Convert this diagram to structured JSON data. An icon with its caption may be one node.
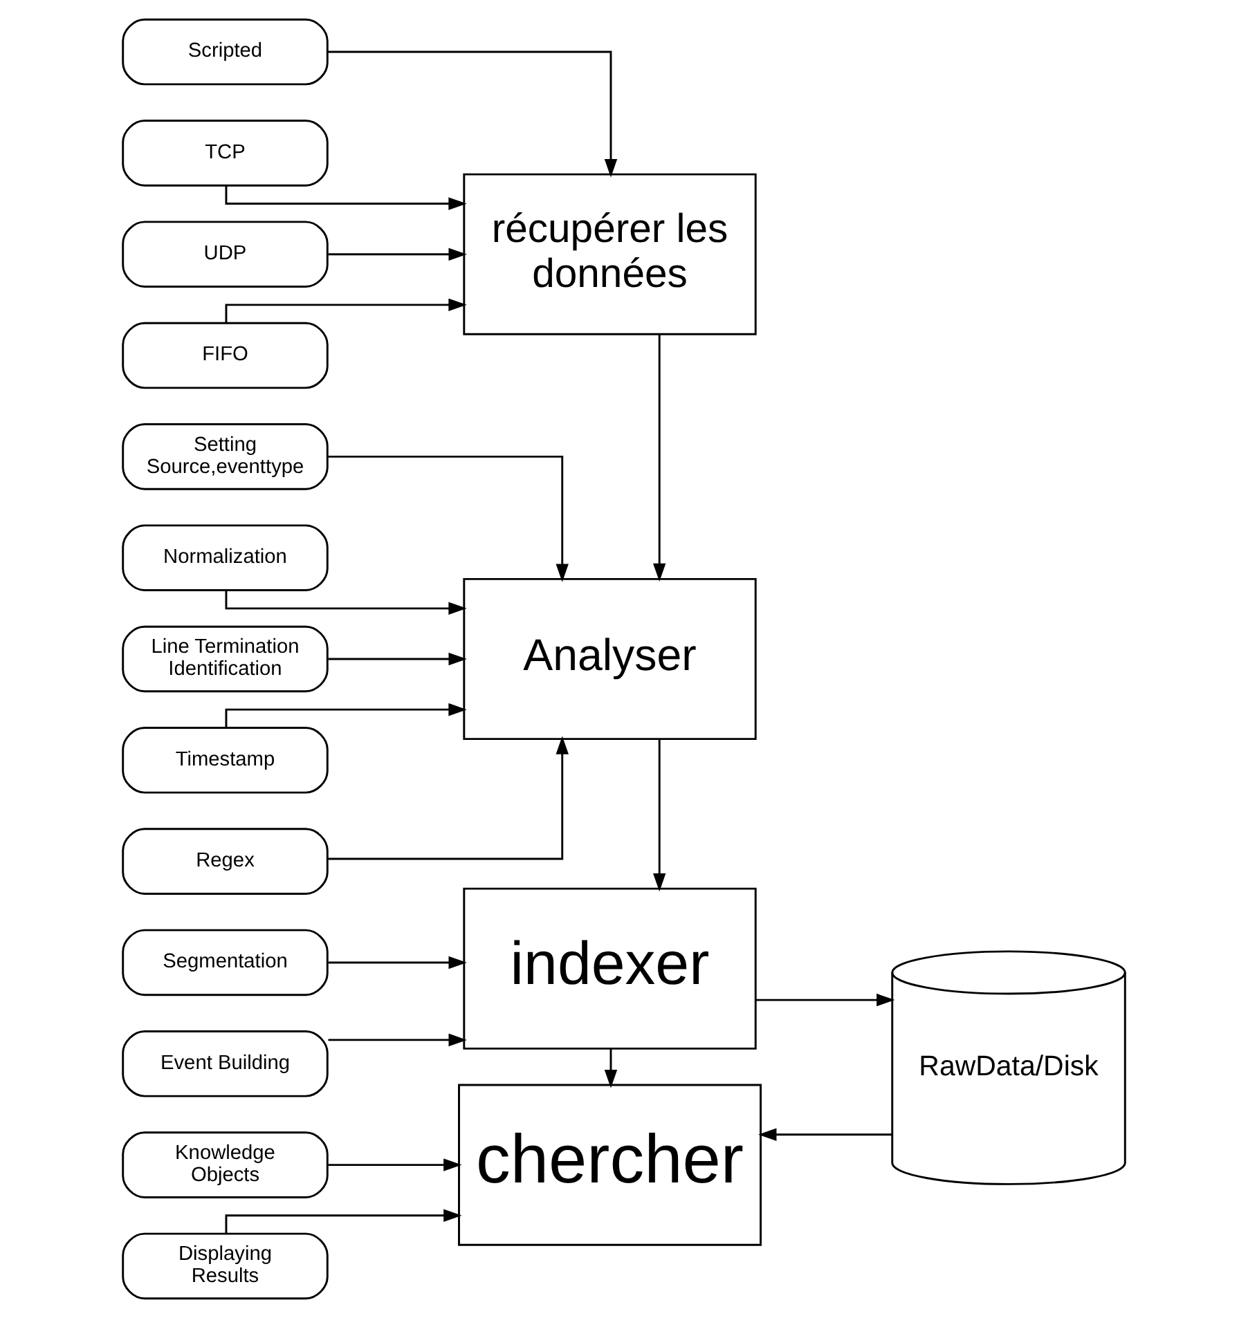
{
  "diagram": {
    "nodes": [
      {
        "text": [
          "Scripted"
        ]
      },
      {
        "text": [
          "TCP"
        ]
      },
      {
        "text": [
          "UDP"
        ]
      },
      {
        "text": [
          "FIFO"
        ]
      },
      {
        "text": [
          "récupérer les données"
        ]
      },
      {
        "text": [
          "Setting Source,eventtype"
        ]
      },
      {
        "text": [
          "Normalization"
        ]
      },
      {
        "text": [
          "Line Termination Identification"
        ]
      },
      {
        "text": [
          "Timestamp"
        ]
      },
      {
        "text": [
          "Regex"
        ]
      },
      {
        "text": [
          "Analyser"
        ]
      },
      {
        "text": [
          "Segmentation"
        ]
      },
      {
        "text": [
          "Event Building"
        ]
      },
      {
        "text": [
          "indexer"
        ]
      },
      {
        "text": [
          "RawData/Disk"
        ]
      },
      {
        "text": [
          "Knowledge Objects"
        ]
      },
      {
        "text": [
          "Displaying Results"
        ]
      },
      {
        "text": [
          "chercher"
        ]
      }
    ],
    "edges": [
      {
        "from": 0,
        "to": 4,
        "arrow": "to"
      },
      {
        "from": 1,
        "to": 4,
        "arrow": "to"
      },
      {
        "from": 2,
        "to": 4,
        "arrow": "to"
      },
      {
        "from": 3,
        "to": 4,
        "arrow": "to"
      },
      {
        "from": 4,
        "to": 10,
        "arrow": "to"
      },
      {
        "from": 5,
        "to": 10,
        "arrow": "to"
      },
      {
        "from": 6,
        "to": 10,
        "arrow": "to"
      },
      {
        "from": 7,
        "to": 10,
        "arrow": "to"
      },
      {
        "from": 8,
        "to": 10,
        "arrow": "to"
      },
      {
        "from": 9,
        "to": 10,
        "arrow": "to"
      },
      {
        "from": 10,
        "to": 13,
        "arrow": "to"
      },
      {
        "from": 11,
        "to": 13,
        "arrow": "to"
      },
      {
        "from": 12,
        "to": 13,
        "arrow": "to"
      },
      {
        "from": 13,
        "to": 14,
        "arrow": "to"
      },
      {
        "from": 13,
        "to": 17,
        "arrow": "to"
      },
      {
        "from": 14,
        "to": 17,
        "arrow": "to"
      },
      {
        "from": 15,
        "to": 17,
        "arrow": "to"
      },
      {
        "from": 16,
        "to": 17,
        "arrow": "to"
      }
    ]
  }
}
